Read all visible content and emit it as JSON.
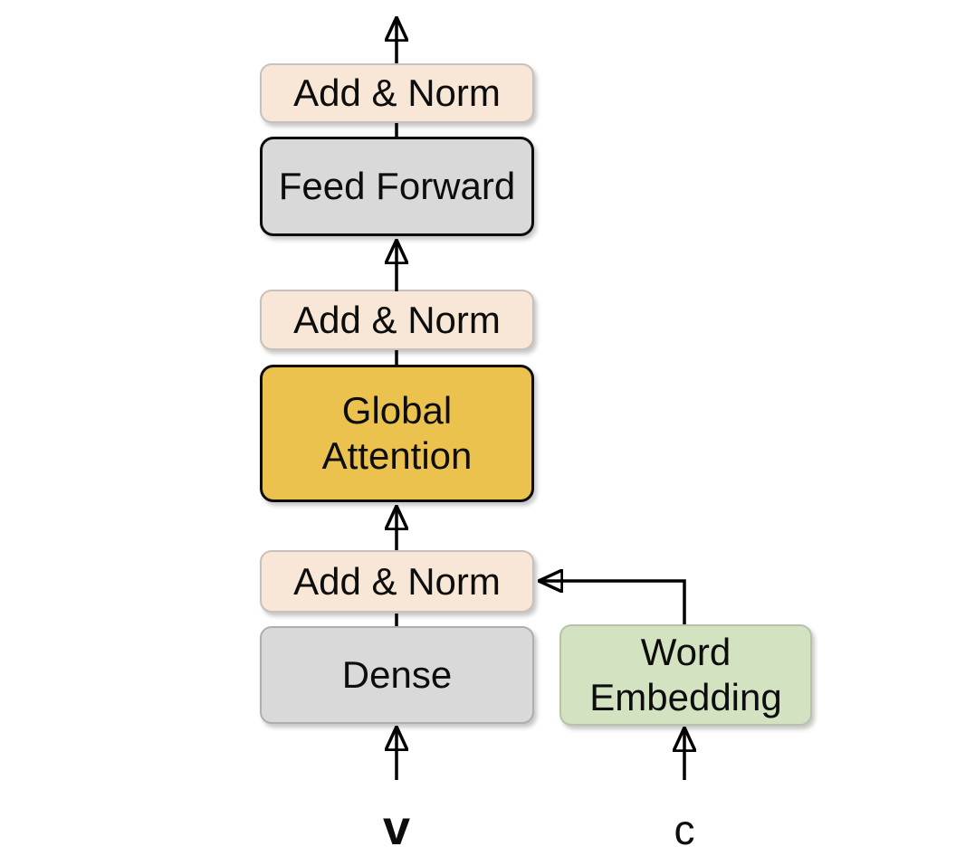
{
  "diagram": {
    "description": "Transformer-style decoder block diagram",
    "blocks": {
      "add_norm_top": {
        "label": "Add & Norm",
        "fill": "#f8e7d6",
        "border": "#c7c1ba"
      },
      "feed_forward": {
        "label": "Feed Forward",
        "fill": "#d9d9d9",
        "border": "#0d0d0d"
      },
      "add_norm_middle": {
        "label": "Add & Norm",
        "fill": "#f8e7d6",
        "border": "#c7c1ba"
      },
      "global_attention": {
        "label": "Global Attention",
        "fill": "#ecc24e",
        "border": "#0d0d0d"
      },
      "add_norm_bottom": {
        "label": "Add & Norm",
        "fill": "#f8e7d6",
        "border": "#c7c1ba"
      },
      "dense": {
        "label": "Dense",
        "fill": "#d9d9d9",
        "border": "#aeaeae"
      },
      "word_embedding": {
        "label": "Word Embedding",
        "fill": "#d3e3c1",
        "border": "#b7c2ab"
      }
    },
    "inputs": {
      "v": {
        "label": "v",
        "bold": true
      },
      "c": {
        "label": "c",
        "bold": false
      }
    },
    "edges": [
      {
        "from": "input_v",
        "to": "dense",
        "arrowhead": true
      },
      {
        "from": "dense",
        "to": "add_norm_bottom",
        "arrowhead": false
      },
      {
        "from": "input_c",
        "to": "word_embedding",
        "arrowhead": true
      },
      {
        "from": "word_embedding",
        "to": "add_norm_bottom",
        "arrowhead": true,
        "shape": "elbow-up-left"
      },
      {
        "from": "add_norm_bottom",
        "to": "global_attention",
        "arrowhead": true
      },
      {
        "from": "global_attention",
        "to": "add_norm_middle",
        "arrowhead": false
      },
      {
        "from": "add_norm_middle",
        "to": "feed_forward",
        "arrowhead": true
      },
      {
        "from": "feed_forward",
        "to": "add_norm_top",
        "arrowhead": false
      },
      {
        "from": "add_norm_top",
        "to": "output",
        "arrowhead": true
      }
    ],
    "colors": {
      "background": "#ffffff",
      "arrow": "#000000",
      "text": "#0d0d0d",
      "add_norm_fill": "#f8e7d6",
      "gray_fill": "#d9d9d9",
      "attention_fill": "#ecc24e",
      "embedding_fill": "#d3e3c1"
    }
  }
}
